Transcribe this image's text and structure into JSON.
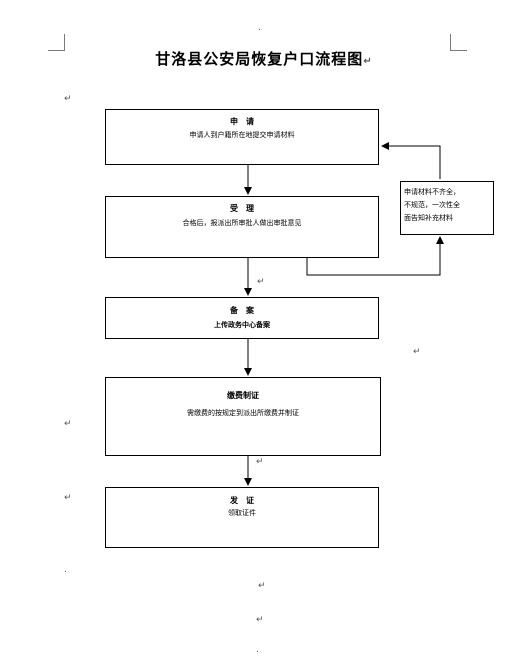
{
  "title": "甘洛县公安局恢复户口流程图",
  "paragraph_mark": "↵",
  "small_mark": ".",
  "steps": [
    {
      "head": "申　请",
      "body": "申请人到户籍所在地提交申请材料"
    },
    {
      "head": "受　理",
      "body": "合格后，报派出所审批人做出审批意见"
    },
    {
      "head": "备　案",
      "body": "上传政务中心备案"
    },
    {
      "head": "缴费制证",
      "body": "需缴费的按规定到派出所缴费并制证"
    },
    {
      "head": "发　证",
      "body": "领取证件"
    }
  ],
  "side_note": {
    "lines": [
      "申请材料不齐全，",
      "不规范，一次性全",
      "面告知补充材料"
    ]
  }
}
